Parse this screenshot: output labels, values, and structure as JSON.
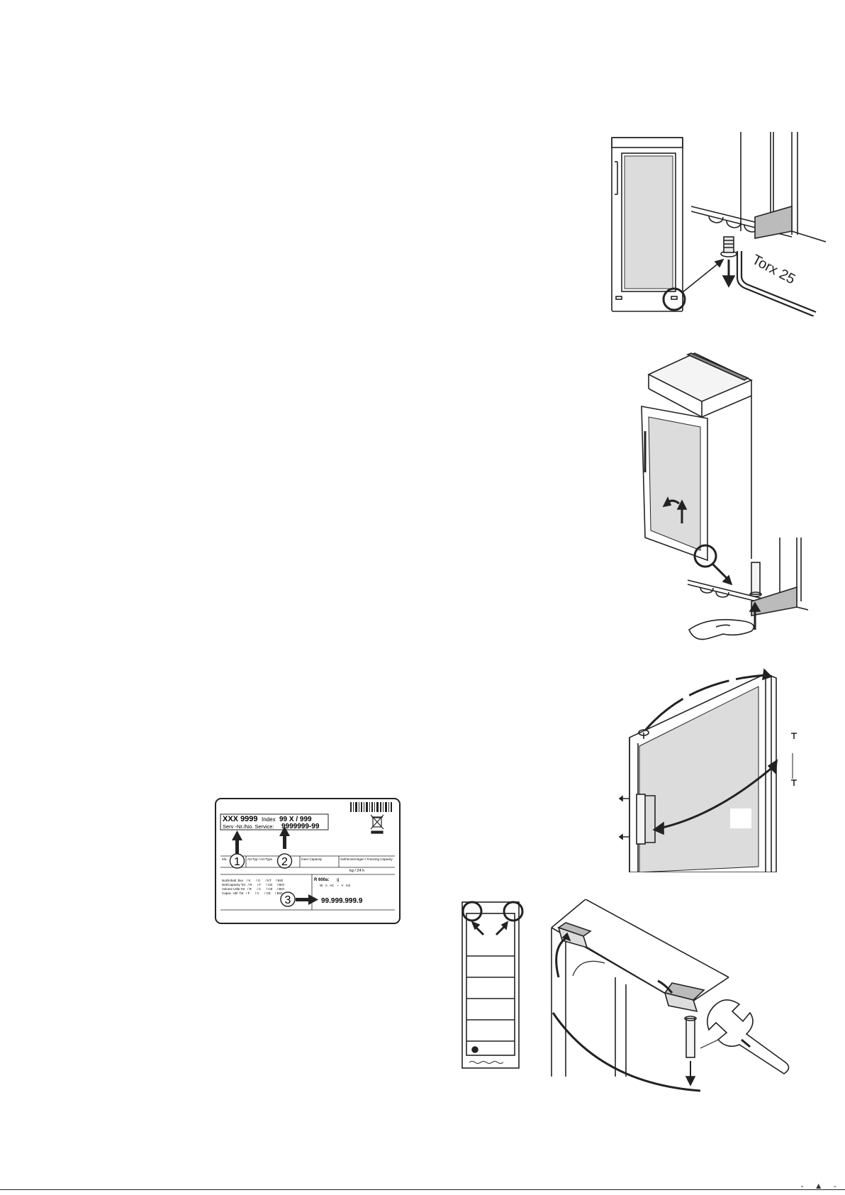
{
  "figures": {
    "torx": {
      "tool_label": "Torx 25"
    },
    "rating_label": {
      "model": "XXX 9999",
      "index_prefix": "Index",
      "index_value": "99 X / 999",
      "service_prefix": "Serv  -Nr./No. Service:",
      "service_value": "9999999-99",
      "callout_1": "1",
      "callout_2": "2",
      "callout_3": "3",
      "col_a": "Kla\nCla",
      "col_b": "Art-Typ / Art-Type\nArt-Type / Art-Tipo",
      "col_c": "Inner Capacity\nCapacidad Utile",
      "col_d": "Gefriervermögen / Freezing Capacity\nPouvoir de Congél./ Capac. Congelatore",
      "freeze_unit": "kg / 24 h",
      "refrigerant": "R 600a:",
      "refrigerant_unit": "g",
      "elec_row": "W   A   AC   ~   V   HZ",
      "serial_value": "99.999.999.9",
      "table_rows": [
        "Nutzinhalt  Bxx    / K      / G      / KT     / BIO",
        "Net/Capacity Tot   / R      / F      / CE     / BIO",
        "Volume Utile Tot   / R      / C      / CE     / BIO",
        "Capac. Util  Tot   / F      / C      / CE     / BIO"
      ]
    }
  },
  "footer": {
    "marks": "- ▲ -"
  }
}
